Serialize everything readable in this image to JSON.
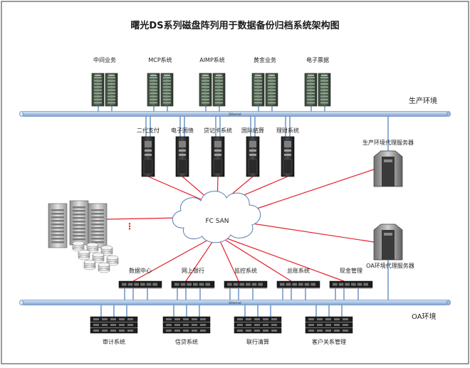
{
  "title": "曙光DS系列磁盘阵列用于数据备份归档系统架构图",
  "zones": {
    "production": "生产环境",
    "oa": "OA环境"
  },
  "backbone_label": "Ethernet",
  "san_label": "FC SAN",
  "ellipsis": "⋮",
  "colors": {
    "backbone": "#a9c3e4",
    "backbone_stroke": "#6d8fbd",
    "link": "#1f5faa",
    "fc": "#e8202a",
    "frame": "#7a7a7a"
  },
  "production_servers": [
    "中间业务",
    "MCP系统",
    "AIMP系统",
    "黄金业务",
    "电子票据"
  ],
  "tower_servers": [
    "二代支付",
    "电子国债",
    "贷记卡系统",
    "国际结算",
    "理财系统"
  ],
  "proxy_servers": {
    "production": "生产环境代理服务器",
    "oa": "OA环境代理服务器"
  },
  "rack_servers": [
    "数据中心",
    "网上银行",
    "监控系统",
    "总账系统",
    "现金管理"
  ],
  "oa_servers": [
    "审计系统",
    "信贷系统",
    "联行清算",
    "客户关系管理"
  ]
}
